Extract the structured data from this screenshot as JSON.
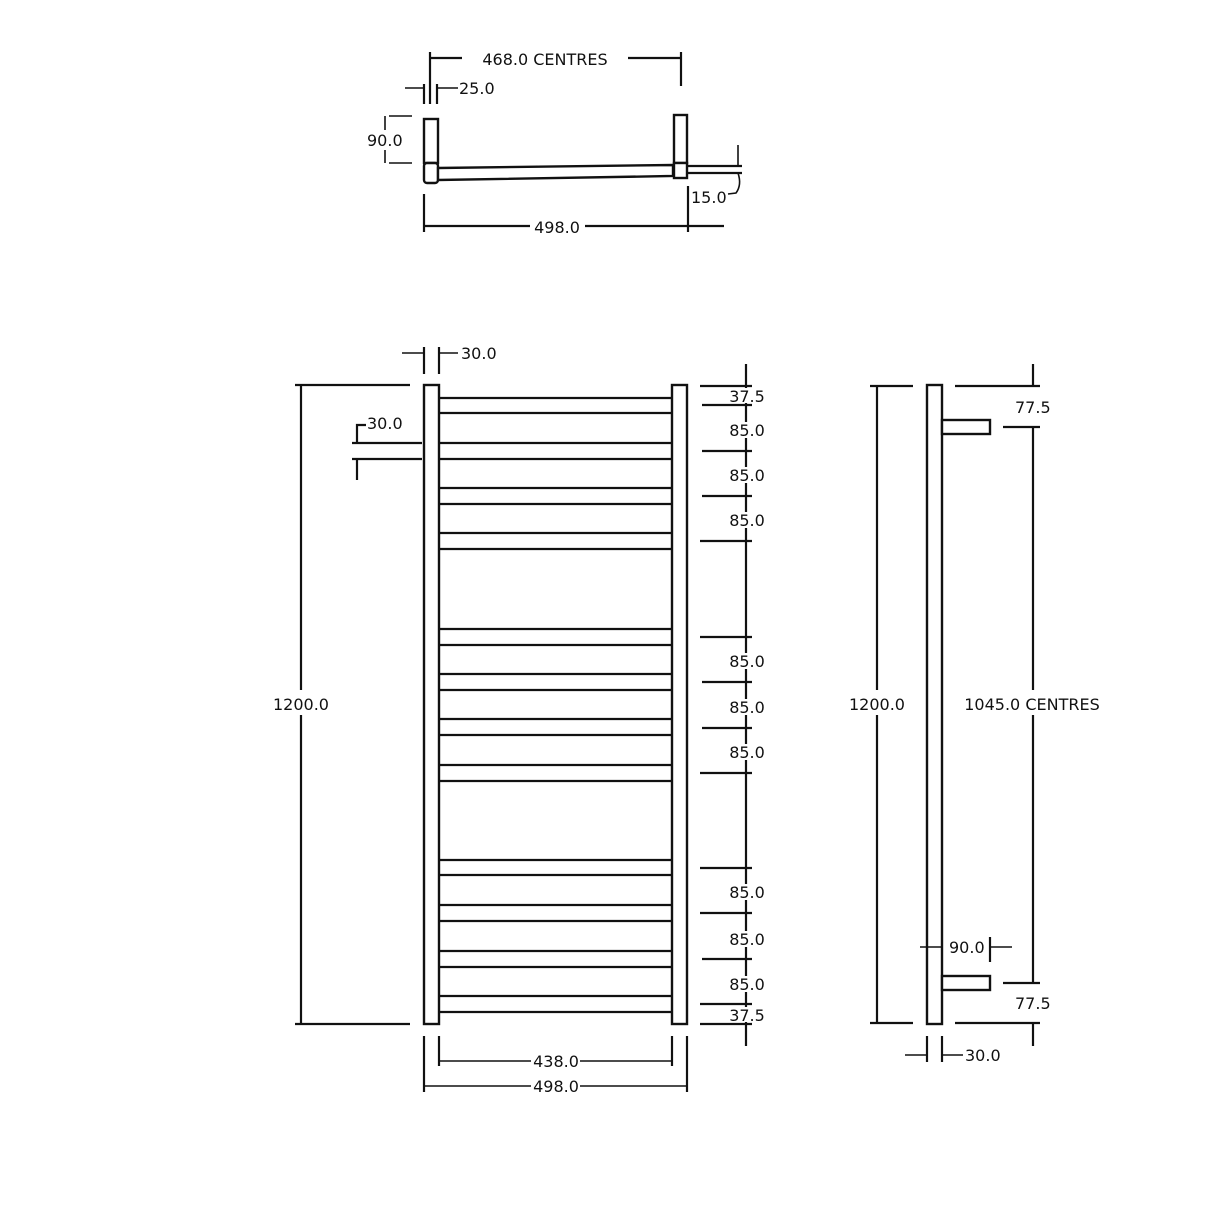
{
  "diagram": {
    "subject": "Heated towel rail dimension drawing",
    "stroke_color": "#111111",
    "background": "#ffffff",
    "top_view": {
      "centres_label": "468.0 CENTRES",
      "upright_width_label": "25.0",
      "depth_label": "90.0",
      "wall_gap_label": "15.0",
      "overall_width_label": "498.0"
    },
    "front_view": {
      "upright_width_label": "30.0",
      "rail_height_label": "30.0",
      "overall_height_label": "1200.0",
      "inner_width_label": "438.0",
      "overall_width_label": "498.0",
      "rail_spacing_labels": [
        "37.5",
        "85.0",
        "85.0",
        "85.0",
        "85.0",
        "85.0",
        "85.0",
        "85.0",
        "85.0",
        "85.0",
        "37.5"
      ],
      "rail_groups": 3,
      "rails_per_group": 4
    },
    "side_view": {
      "overall_height_label": "1200.0",
      "top_offset_label": "77.5",
      "centres_label": "1045.0 CENTRES",
      "bracket_projection_label": "90.0",
      "bottom_offset_label": "77.5",
      "upright_depth_label": "30.0"
    }
  }
}
